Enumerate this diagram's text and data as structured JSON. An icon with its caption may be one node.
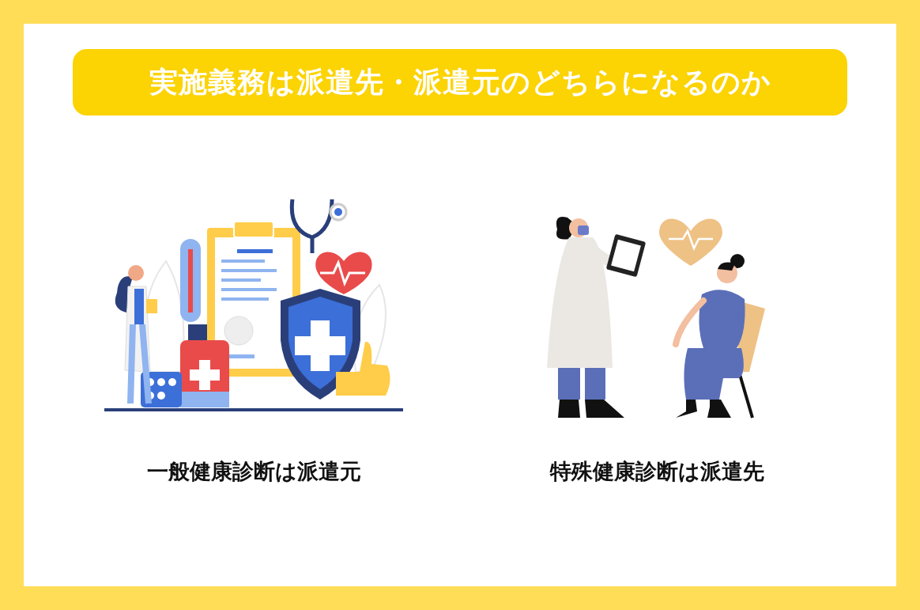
{
  "diagram": {
    "title": "実施義務は派遣先・派遣元のどちらになるのか",
    "labels": [
      "一般健康診断は派遣元",
      "特殊健康診断は派遣先"
    ]
  }
}
